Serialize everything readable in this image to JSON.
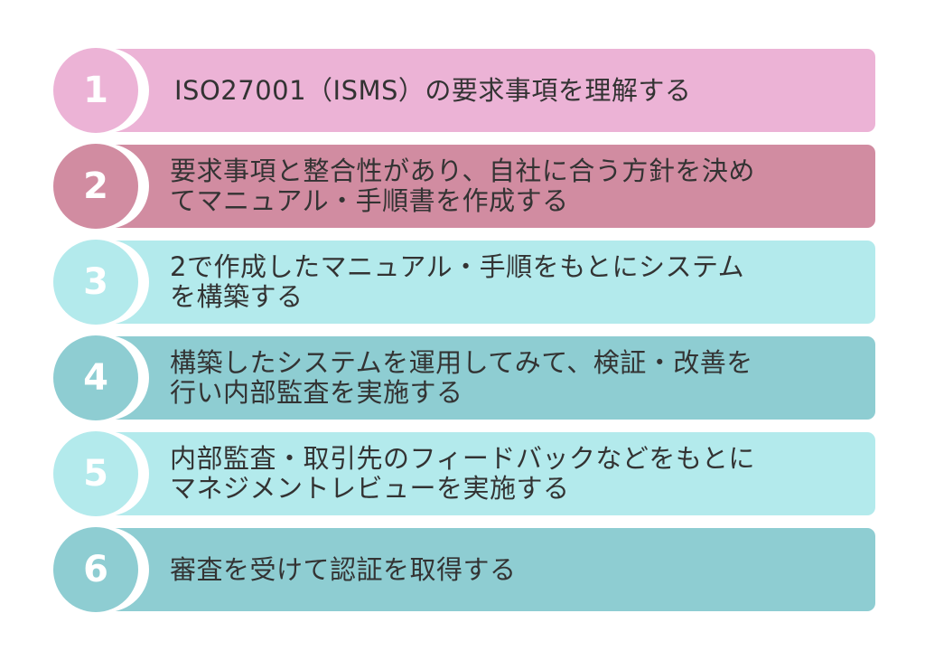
{
  "steps": [
    {
      "number": "1",
      "lines": [
        "ISO27001（ISMS）の要求事項を理解する"
      ],
      "color": "#ecb3d6"
    },
    {
      "number": "2",
      "lines": [
        "要求事項と整合性があり、自社に合う方針を決め",
        "てマニュアル・手順書を作成する"
      ],
      "color": "#d18ca1"
    },
    {
      "number": "3",
      "lines": [
        "2で作成したマニュアル・手順をもとにシステム",
        "を構築する"
      ],
      "color": "#b3eaec"
    },
    {
      "number": "4",
      "lines": [
        "構築したシステムを運用してみて、検証・改善を",
        "行い内部監査を実施する"
      ],
      "color": "#8ecdd2"
    },
    {
      "number": "5",
      "lines": [
        "内部監査・取引先のフィードバックなどをもとに",
        "マネジメントレビューを実施する"
      ],
      "color": "#b3eaec"
    },
    {
      "number": "6",
      "lines": [
        "審査を受けて認証を取得する"
      ],
      "color": "#8ecdd2"
    }
  ]
}
